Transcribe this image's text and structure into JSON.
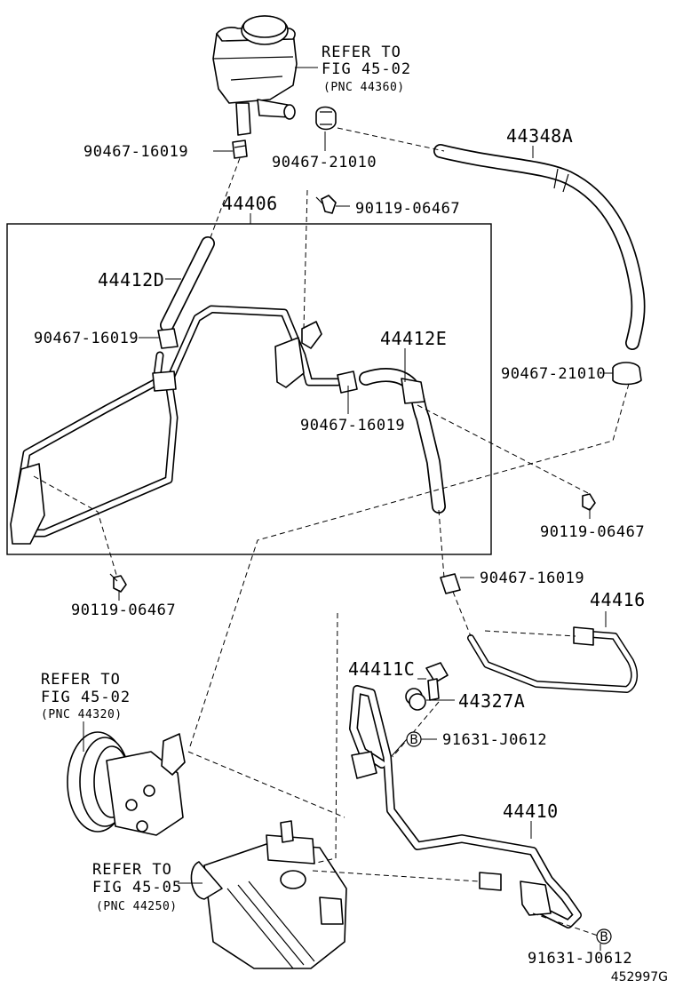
{
  "diagram_id": "452997G",
  "callouts": {
    "refer_top": {
      "line1": "REFER TO",
      "line2": "FIG 45-02",
      "pnc": "(PNC 44360)"
    },
    "refer_pump": {
      "line1": "REFER TO",
      "line2": "FIG 45-02",
      "pnc": "(PNC 44320)"
    },
    "refer_gear": {
      "line1": "REFER TO",
      "line2": "FIG 45-05",
      "pnc": "(PNC 44250)"
    }
  },
  "parts": {
    "p_90467_16019_a": "90467-16019",
    "p_90467_21010_a": "90467-21010",
    "p_44348A": "44348A",
    "p_90119_06467_a": "90119-06467",
    "p_44406": "44406",
    "p_44412D": "44412D",
    "p_90467_16019_b": "90467-16019",
    "p_44412E": "44412E",
    "p_90467_16019_c": "90467-16019",
    "p_90467_21010_b": "90467-21010",
    "p_90119_06467_b": "90119-06467",
    "p_90119_06467_c": "90119-06467",
    "p_90467_16019_d": "90467-16019",
    "p_44416": "44416",
    "p_44411C": "44411C",
    "p_44327A": "44327A",
    "p_91631_J0612_a": "91631-J0612",
    "p_44410": "44410",
    "p_91631_J0612_b": "91631-J0612"
  },
  "markers": {
    "b_a": "B",
    "b_b": "B"
  }
}
